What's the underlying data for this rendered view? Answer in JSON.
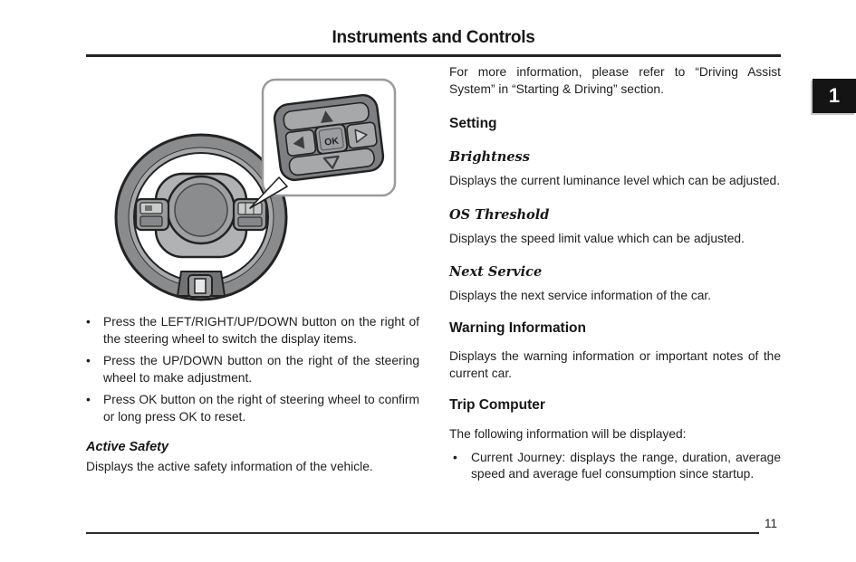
{
  "header": {
    "title": "Instruments and Controls",
    "chapter_tab": "1"
  },
  "footer": {
    "page_number": "11"
  },
  "glyphs": {
    "bullet_char": "•"
  },
  "illustration": {
    "ok_label": "OK"
  },
  "left_column": {
    "bullets": [
      "Press the LEFT/RIGHT/UP/DOWN button on the right of the steering wheel to switch the display items.",
      "Press the UP/DOWN button on the right of the steering wheel to make adjustment.",
      "Press OK button on the right of steering wheel to confirm or long press OK to reset."
    ],
    "active_safety": {
      "heading": "Active Safety",
      "text": "Displays the active safety information of the vehicle."
    }
  },
  "right_column": {
    "intro": "For more information, please refer to “Driving Assist System” in “Starting & Driving” section.",
    "setting_heading": "Setting",
    "subsections": [
      {
        "heading": "Brightness",
        "text": "Displays the current luminance level which can be adjusted."
      },
      {
        "heading": "OS Threshold",
        "text": "Displays the speed limit value which can be adjusted."
      },
      {
        "heading": "Next Service",
        "text": "Displays the next service information of the car."
      }
    ],
    "warning": {
      "heading": "Warning Information",
      "text": "Displays the warning information or important notes of the current car."
    },
    "trip_computer": {
      "heading": "Trip Computer",
      "intro": "The following information will be displayed:",
      "bullets": [
        "Current Journey: displays the range, duration, average speed and average fuel consumption since startup."
      ]
    }
  },
  "colors": {
    "text": "#1e1e1e",
    "rule": "#242424",
    "tab_background": "#141414",
    "tab_text": "#ffffff",
    "callout_border": "#9b9b9b",
    "wheel_gray": "#9a9c9e"
  }
}
